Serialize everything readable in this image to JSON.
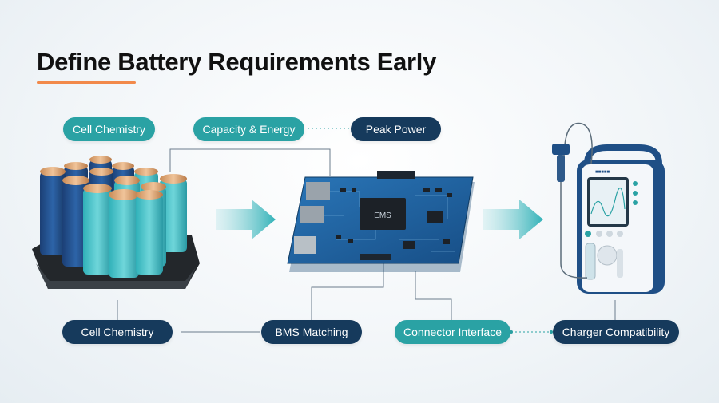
{
  "title": "Define Battery Requirements Early",
  "labels": {
    "top_cell_chemistry": "Cell Chemistry",
    "capacity_energy": "Capacity & Energy",
    "peak_power": "Peak Power",
    "bottom_cell_chemistry": "Cell Chemistry",
    "bms_matching": "BMS Matching",
    "connector_interface": "Connector Interface",
    "charger_compatibility": "Charger Compatibility"
  },
  "board_chip_label": "EMS",
  "colors": {
    "teal": "#2aa2a4",
    "navy": "#163a5c",
    "accent_orange": "#f2894a",
    "pcb_blue": "#1f5f9a"
  }
}
